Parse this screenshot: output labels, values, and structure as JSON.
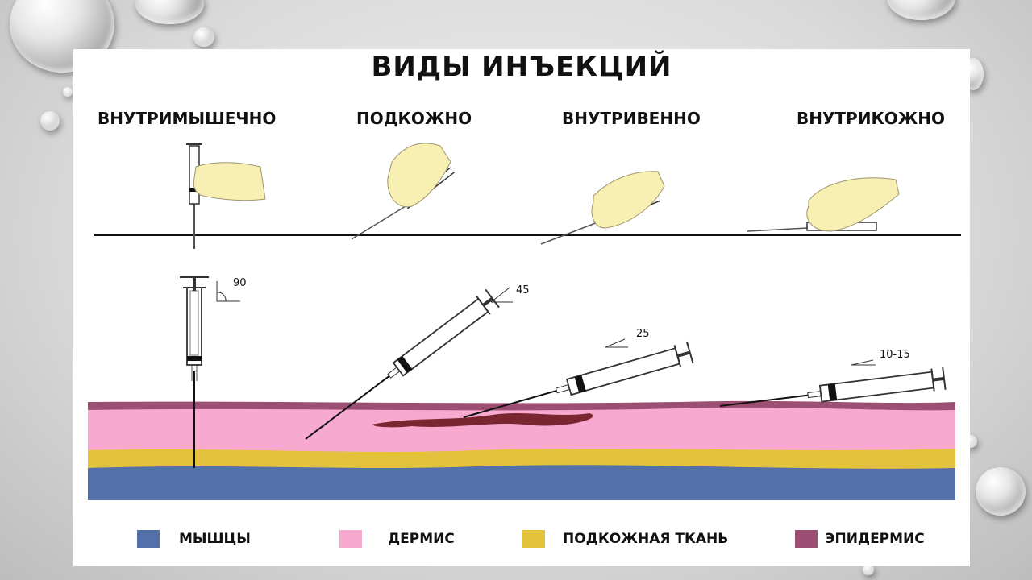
{
  "title": "ВИДЫ ИНЪЕКЦИЙ",
  "headings": {
    "im": "ВНУТРИМЫШЕЧНО",
    "sc": "ПОДКОЖНО",
    "iv": "ВНУТРИВЕННО",
    "id": "ВНУТРИКОЖНО"
  },
  "angles": {
    "im": "90",
    "sc": "45",
    "iv": "25",
    "id": "10-15"
  },
  "legend": [
    {
      "label": "МЫШЦЫ",
      "color": "#5370a8"
    },
    {
      "label": "ДЕРМИС",
      "color": "#f7a9cf"
    },
    {
      "label": "ПОДКОЖНАЯ ТКАНЬ",
      "color": "#e5c23c"
    },
    {
      "label": "ЭПИДЕРМИС",
      "color": "#9c4e73"
    }
  ],
  "colors": {
    "skin_hand": "#f8efb2",
    "vein": "#7a2630"
  }
}
